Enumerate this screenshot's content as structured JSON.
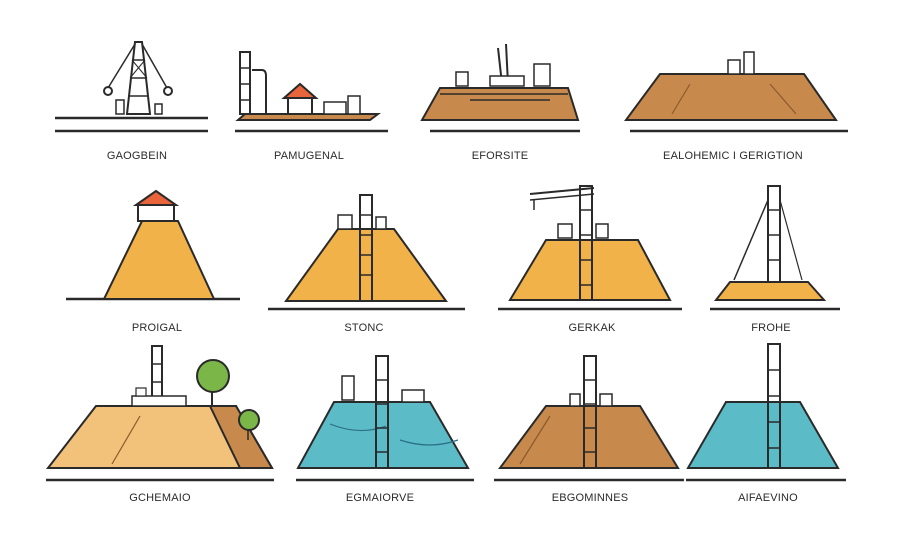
{
  "palette": {
    "outline": "#2a2a2a",
    "sand": "#f2b24a",
    "brown": "#c88a4c",
    "orange_roof": "#e8643a",
    "teal": "#5bbcc7",
    "green": "#7ab648"
  },
  "panels": [
    {
      "label": "GAOGBEIN"
    },
    {
      "label": "PAMUGENAL"
    },
    {
      "label": "EFORSITE"
    },
    {
      "label": "EALOHEMIC I GERIGTION"
    },
    {
      "label": "PROIGAL"
    },
    {
      "label": "STONC"
    },
    {
      "label": "GERKAK"
    },
    {
      "label": "FROHE"
    },
    {
      "label": "GCHEMAIO"
    },
    {
      "label": "EGMAIORVE"
    },
    {
      "label": "EBGOMINNES"
    },
    {
      "label": "AIFAEVINO"
    }
  ]
}
